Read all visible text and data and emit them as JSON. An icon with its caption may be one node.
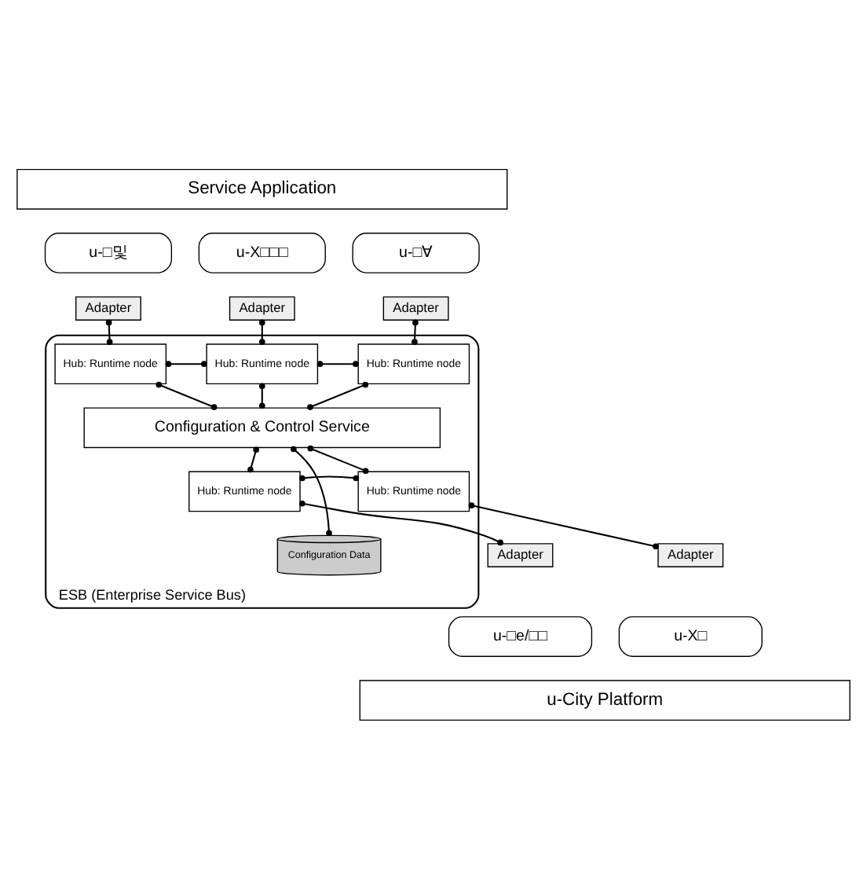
{
  "diagram": {
    "nodes": [
      {
        "text": [
          "Service Application"
        ]
      },
      {
        "text": [
          "u-□및"
        ]
      },
      {
        "text": [
          "Adapter"
        ]
      },
      {
        "text": [
          "u-X□□□"
        ]
      },
      {
        "text": [
          "Adapter"
        ]
      },
      {
        "text": [
          "u-□∀"
        ]
      },
      {
        "text": [
          "Adapter"
        ]
      },
      {
        "text": [
          "ESB (Enterprise Service Bus)"
        ]
      },
      {
        "text": [
          "Hub: Runtime node"
        ],
        "in": 7
      },
      {
        "text": [
          "Hub: Runtime node"
        ],
        "in": 7
      },
      {
        "text": [
          "Hub: Runtime node"
        ],
        "in": 7
      },
      {
        "text": [
          "Configuration & Control Service"
        ],
        "in": 7
      },
      {
        "text": [
          "Hub: Runtime node"
        ],
        "in": 7
      },
      {
        "text": [
          "Hub: Runtime node"
        ],
        "in": 7
      },
      {
        "text": [
          "Configuration Data"
        ],
        "in": 7
      },
      {
        "text": [
          "Adapter"
        ]
      },
      {
        "text": [
          "u-□e/□□"
        ]
      },
      {
        "text": [
          "Adapter"
        ]
      },
      {
        "text": [
          "u-X□"
        ]
      },
      {
        "text": [
          "u-City Platform"
        ]
      }
    ],
    "edges": [
      {
        "from": 2,
        "to": 8,
        "arrow": "other"
      },
      {
        "from": 4,
        "to": 9,
        "arrow": "other"
      },
      {
        "from": 6,
        "to": 10,
        "arrow": "other"
      },
      {
        "from": 8,
        "to": 9,
        "arrow": "other"
      },
      {
        "from": 9,
        "to": 10,
        "arrow": "other"
      },
      {
        "from": 8,
        "to": 11,
        "arrow": "other"
      },
      {
        "from": 9,
        "to": 11,
        "arrow": "other"
      },
      {
        "from": 10,
        "to": 11,
        "arrow": "other"
      },
      {
        "from": 11,
        "to": 12,
        "arrow": "other"
      },
      {
        "from": 11,
        "to": 14,
        "arrow": "other"
      },
      {
        "from": 11,
        "to": 13,
        "arrow": "other"
      },
      {
        "from": 12,
        "to": 13,
        "arrow": "other"
      },
      {
        "from": 12,
        "to": 15,
        "arrow": "other"
      },
      {
        "from": 13,
        "to": 17,
        "arrow": "other"
      }
    ]
  }
}
